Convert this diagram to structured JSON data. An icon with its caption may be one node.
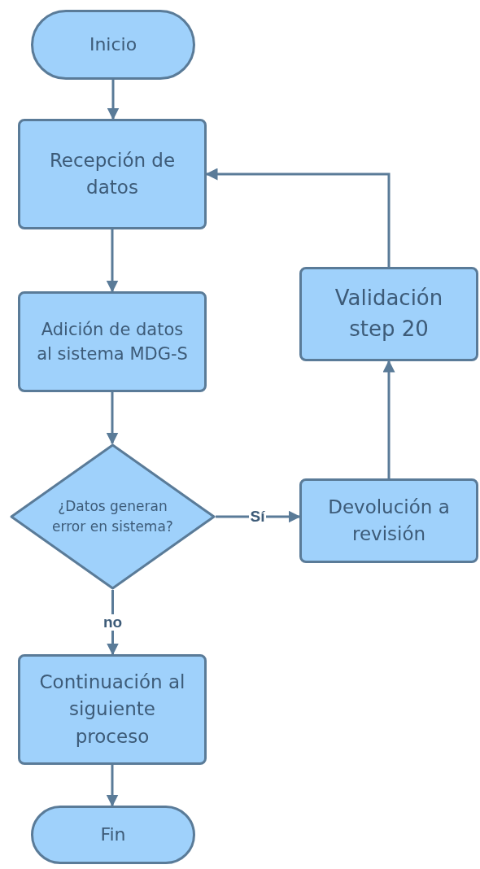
{
  "diagram": {
    "nodes": [
      {
        "text": [
          "Inicio"
        ]
      },
      {
        "text": [
          "Recepción de datos"
        ]
      },
      {
        "text": [
          "Adición de datos al sistema MDG-S"
        ]
      },
      {
        "text": [
          "¿Datos generan error en sistema?"
        ]
      },
      {
        "text": [
          "Continuación al siguiente proceso"
        ]
      },
      {
        "text": [
          "Fin"
        ]
      },
      {
        "text": [
          "Devolución a revisión"
        ]
      },
      {
        "text": [
          "Validación step 20"
        ]
      }
    ],
    "edges": [
      {
        "from": 0,
        "to": 1,
        "arrow": "to"
      },
      {
        "from": 1,
        "to": 2,
        "arrow": "to"
      },
      {
        "from": 2,
        "to": 3,
        "arrow": "to"
      },
      {
        "from": 3,
        "to": 6,
        "arrow": "to",
        "label": "Sí"
      },
      {
        "from": 3,
        "to": 4,
        "arrow": "to",
        "label": "no"
      },
      {
        "from": 4,
        "to": 5,
        "arrow": "to"
      },
      {
        "from": 6,
        "to": 7,
        "arrow": "to"
      },
      {
        "from": 7,
        "to": 1,
        "arrow": "to"
      }
    ]
  }
}
